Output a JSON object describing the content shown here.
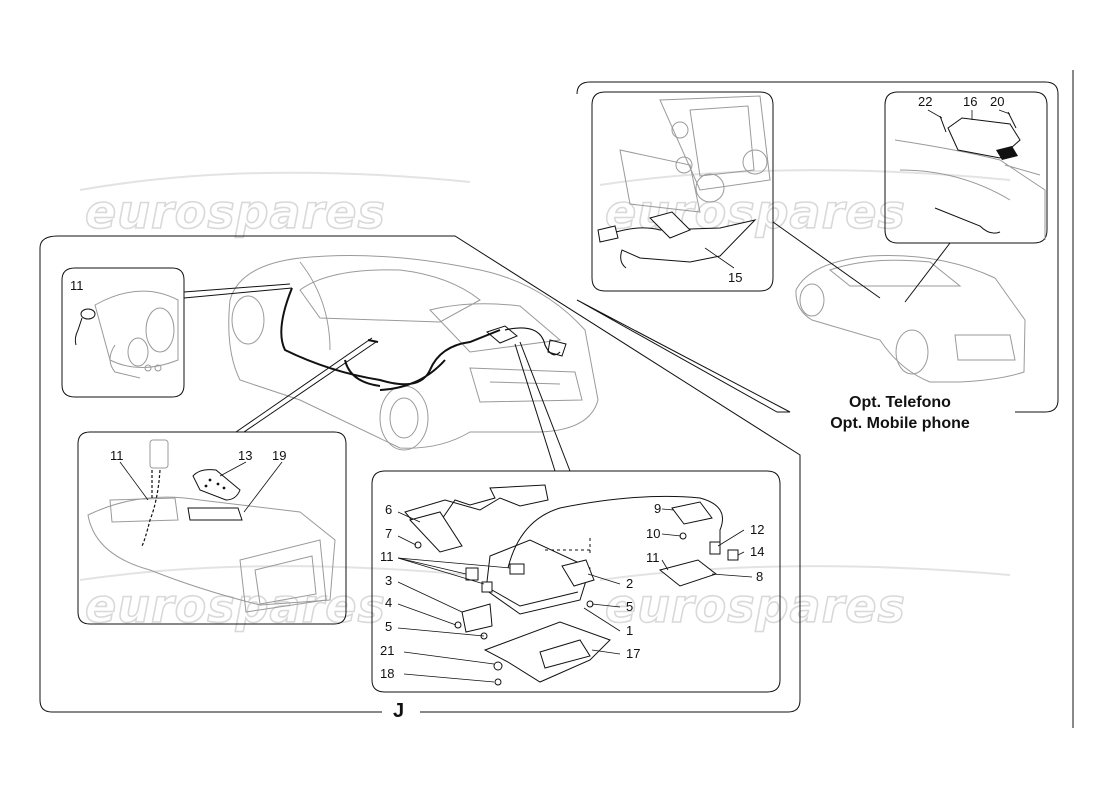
{
  "watermark": {
    "text": "eurospares"
  },
  "option_labels": {
    "line1": "Opt. Telefono",
    "line2": "Opt. Mobile phone"
  },
  "section_letter": "J",
  "callouts": {
    "c1": "11",
    "c2": "11",
    "c3": "13",
    "c4": "19",
    "c5": "6",
    "c6": "7",
    "c7": "11",
    "c8": "3",
    "c9": "4",
    "c10": "5",
    "c11": "21",
    "c12": "18",
    "c13": "2",
    "c14": "5",
    "c15": "1",
    "c16": "17",
    "c17": "9",
    "c18": "10",
    "c19": "12",
    "c20": "11",
    "c21": "14",
    "c22": "8",
    "c23": "15",
    "c24": "22",
    "c25": "16",
    "c26": "20"
  },
  "colors": {
    "line": "#111111",
    "sketch": "#9a9a9a",
    "watermark": "#d9d9d9"
  }
}
